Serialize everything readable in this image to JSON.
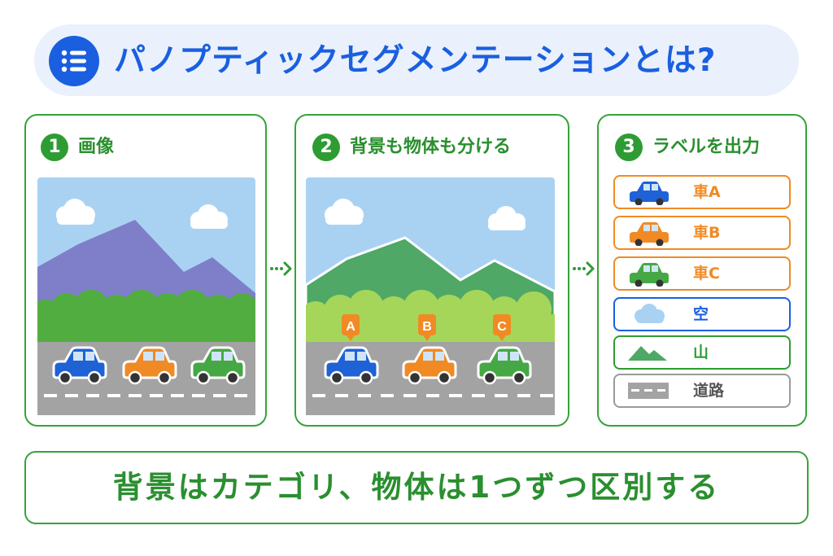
{
  "title": {
    "text": "パノプティックセグメンテーションとは?",
    "icon": "list-icon",
    "color": "#1a5fe0"
  },
  "steps": [
    {
      "number": "1",
      "title": "画像"
    },
    {
      "number": "2",
      "title": "背景も物体も分ける"
    },
    {
      "number": "3",
      "title": "ラベルを出力"
    }
  ],
  "instance_markers": [
    "A",
    "B",
    "C"
  ],
  "labels": [
    {
      "icon": "blue-car-icon",
      "text": "車A",
      "color": "#f08a24"
    },
    {
      "icon": "orange-car-icon",
      "text": "車B",
      "color": "#f08a24"
    },
    {
      "icon": "green-car-icon",
      "text": "車C",
      "color": "#f08a24"
    },
    {
      "icon": "cloud-icon",
      "text": "空",
      "color": "#1a5fe0"
    },
    {
      "icon": "mountain-icon",
      "text": "山",
      "color": "#2e9c33"
    },
    {
      "icon": "road-icon",
      "text": "道路",
      "color": "#888888"
    }
  ],
  "summary": "背景はカテゴリ、物体は1つずつ区別する",
  "colors": {
    "accent_green": "#36a33a",
    "sky": "#a9d2f2",
    "mountain_purple": "#7f7fc9",
    "mountain_green": "#4fa865",
    "road": "#a3a3a3",
    "car_blue": "#1e62d6",
    "car_orange": "#f08a24",
    "car_green": "#46a845"
  }
}
